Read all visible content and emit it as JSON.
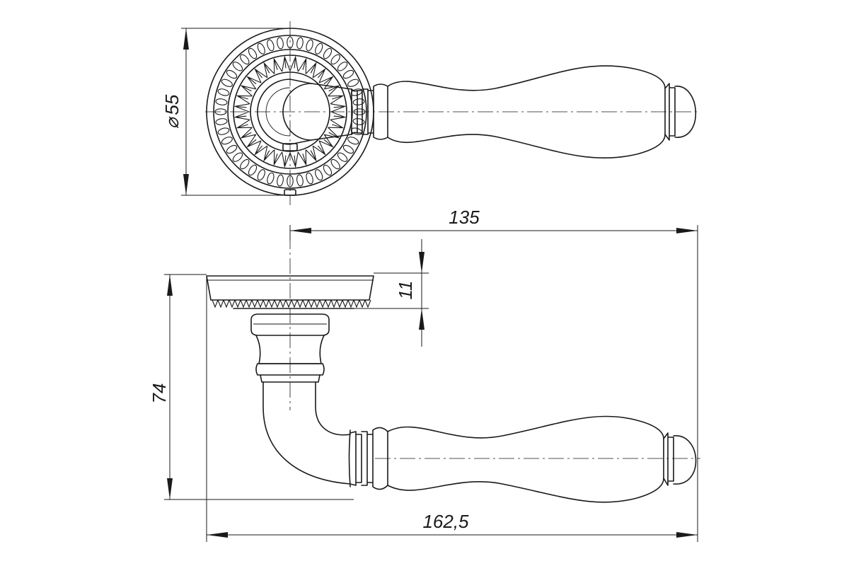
{
  "dimensions": {
    "rose_diameter": "55",
    "diameter_symbol": "⌀",
    "lever_reach": "135",
    "rose_height": "11",
    "total_height": "74",
    "total_length": "162,5"
  }
}
